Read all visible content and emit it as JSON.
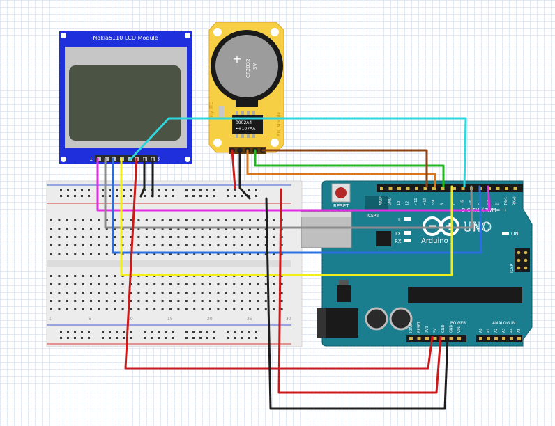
{
  "lcd": {
    "title": "Nokia5110  LCD  Module",
    "pin_first": "1",
    "pin_last": "8"
  },
  "rtc": {
    "battery_label": "CR2032",
    "battery_voltage": "3V",
    "battery_symbol": "+",
    "chip_line1": "0902A4",
    "chip_line2": "•+107AA",
    "side_text": "RTC Module",
    "left_text": "Tiny RTC"
  },
  "arduino": {
    "brand": "Arduino",
    "model": "UNO",
    "reset": "RESET",
    "icsp2": "ICSP2",
    "icsp": "ICSP",
    "tx": "TX",
    "rx": "RX",
    "l": "L",
    "on": "ON",
    "digital": "DIGITAL (PWM=~)",
    "power": "POWER",
    "analog": "ANALOG IN",
    "top_pins": [
      "AREF",
      "GND",
      "13",
      "12",
      "~11",
      "~10",
      "~9",
      "8",
      "7",
      "~6",
      "~5",
      "4",
      "~3",
      "2",
      "TX▸1",
      "RX◂0"
    ],
    "power_pins": [
      "IOREF",
      "RESET",
      "3V3",
      "5V",
      "GND",
      "GND",
      "VIN"
    ],
    "analog_pins": [
      "A0",
      "A1",
      "A2",
      "A3",
      "A4",
      "A5"
    ]
  },
  "breadboard": {
    "col_numbers": [
      "1",
      "5",
      "10",
      "15",
      "20",
      "25",
      "30"
    ]
  },
  "colors": {
    "lcd_board": "#1f2fdc",
    "rtc_board": "#f6cf45",
    "arduino_board": "#1b7e8f",
    "wire_magenta": "#e62be6",
    "wire_gray": "#8c8c8c",
    "wire_blue": "#2a6fe0",
    "wire_yellow": "#f2ee1b",
    "wire_red": "#cc1a1a",
    "wire_black": "#1d1d1d",
    "wire_cyan": "#2fd6dc",
    "wire_brown": "#8f4311",
    "wire_green": "#23b523",
    "wire_orange": "#d8761b"
  }
}
